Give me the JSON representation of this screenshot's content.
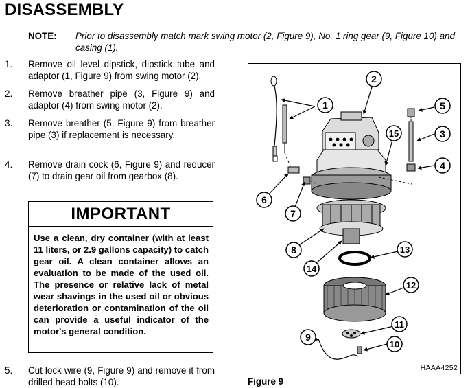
{
  "heading": "DISASSEMBLY",
  "note": {
    "label": "NOTE:",
    "text": "Prior to disassembly match mark swing motor (2, Figure 9), No. 1 ring gear (9, Figure 10) and casing (1)."
  },
  "steps": [
    {
      "num": "1.",
      "text": "Remove oil level dipstick, dipstick tube and adaptor (1, Figure 9) from swing motor (2)."
    },
    {
      "num": "2.",
      "text": "Remove breather pipe (3, Figure 9) and adaptor (4) from swing motor (2)."
    },
    {
      "num": "3.",
      "text": "Remove breather (5, Figure 9) from breather pipe (3) if replacement is necessary."
    },
    {
      "num": "4.",
      "text": "Remove drain cock (6, Figure 9) and reducer (7) to drain gear oil from gearbox (8)."
    },
    {
      "num": "5.",
      "text": "Cut lock wire (9, Figure 9) and remove it from drilled head bolts (10)."
    }
  ],
  "important": {
    "title": "IMPORTANT",
    "body": "Use a clean, dry container (with at least 11 liters, or 2.9 gallons capacity) to catch gear oil. A clean container allows an evaluation to be made of the used oil. The presence or relative lack of metal wear shavings in the used oil or obvious deterioration or contamination of the oil can provide a useful indicator of the motor's general condition."
  },
  "figure": {
    "caption": "Figure 9",
    "code": "HAAA4252",
    "callouts": [
      "1",
      "2",
      "3",
      "4",
      "5",
      "6",
      "7",
      "8",
      "9",
      "10",
      "11",
      "12",
      "13",
      "14",
      "15"
    ]
  }
}
